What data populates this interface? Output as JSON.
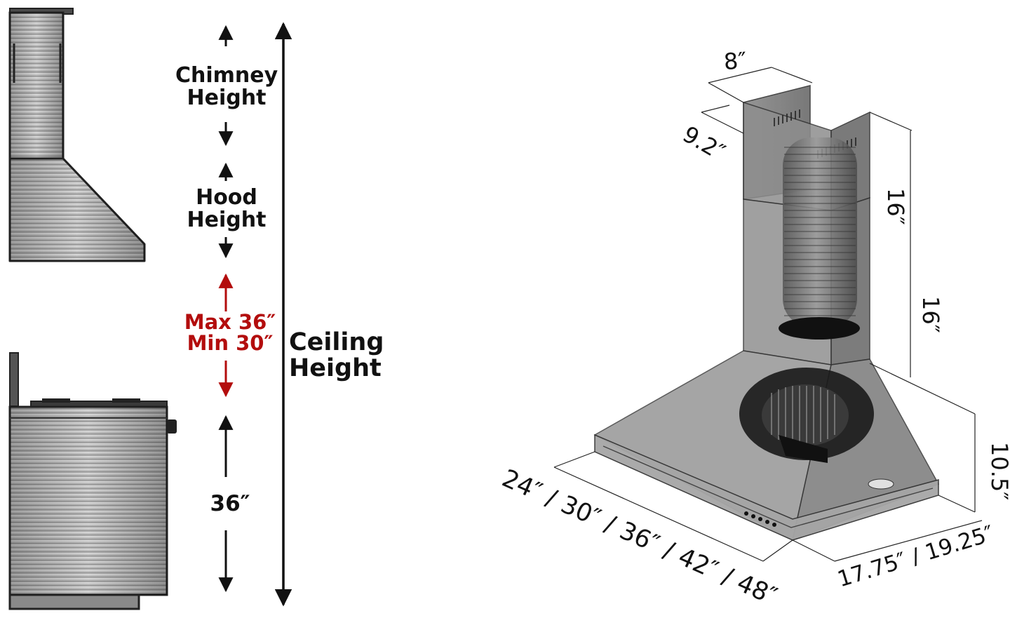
{
  "left": {
    "chimney_height": [
      "Chimney",
      "Height"
    ],
    "hood_height": [
      "Hood",
      "Height"
    ],
    "clearance": [
      "Max 36″",
      "Min 30″"
    ],
    "ceiling_height": [
      "Ceiling",
      "Height"
    ],
    "counter_height": "36″"
  },
  "right": {
    "chimney_width": "8″",
    "chimney_depth": "9.2″",
    "upper_chimney": "16″",
    "lower_chimney": "16″",
    "hood_height": "10.5″",
    "hood_width": "24″ / 30″ / 36″ / 42″ / 48″",
    "hood_depth": "17.75″ / 19.25″"
  },
  "colors": {
    "accent_red": "#b30d0d",
    "steel_light": "#d4d4d4",
    "steel_dark": "#6e6e6e",
    "outline": "#2a2a2a"
  }
}
